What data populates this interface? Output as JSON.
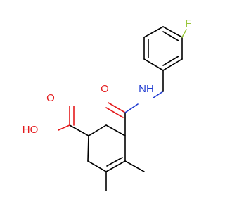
{
  "molecule": {
    "labels": {
      "fluorine": "F",
      "carbonyl_oxygen": "O",
      "amide_nitrogen": "NH",
      "acid_oxygen": "O",
      "hydroxyl": "HO"
    },
    "colors": {
      "bond": "#000000",
      "oxygen": "#e41a1c",
      "nitrogen": "#1f3bd1",
      "fluorine": "#98c53b"
    }
  }
}
